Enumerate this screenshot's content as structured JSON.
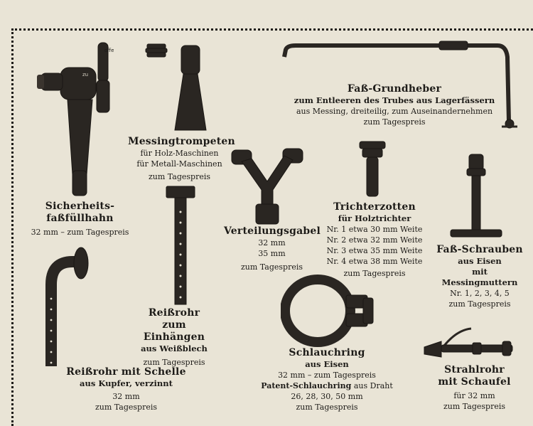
{
  "products": {
    "sicherheitsfasshahn": {
      "title_line1": "Sicherheits-",
      "title_line2": "faßfüllhahn",
      "price": "32 mm – zum Tagespreis",
      "label_offen": "offen",
      "label_zu": "zu"
    },
    "messingtrompeten": {
      "title": "Messingtrompeten",
      "line1": "für Holz-Maschinen",
      "line2": "für Metall-Maschinen",
      "price": "zum Tagespreis"
    },
    "fassgrundheber": {
      "title": "Faß-Grundheber",
      "subtitle": "zum Entleeren des Trubes aus Lagerfässern",
      "line1": "aus Messing, dreiteilig, zum Auseinandernehmen",
      "price": "zum Tagespreis"
    },
    "verteilungsgabel": {
      "title": "Verteilungsgabel",
      "line1": "32 mm",
      "line2": "35 mm",
      "price": "zum Tagespreis"
    },
    "trichterzotten": {
      "title": "Trichterzotten",
      "subtitle": "für Holztrichter",
      "rows": [
        "Nr. 1 etwa 30 mm Weite",
        "Nr. 2 etwa 32 mm Weite",
        "Nr. 3 etwa 35 mm Weite",
        "Nr. 4 etwa 38 mm Weite"
      ],
      "price": "zum Tagespreis"
    },
    "fassschrauben": {
      "title": "Faß-Schrauben",
      "line1": "aus Eisen",
      "line2": "mit",
      "line3": "Messingmuttern",
      "line4": "Nr. 1, 2, 3, 4, 5",
      "price": "zum Tagespreis"
    },
    "reissrohr": {
      "title_line1": "Reißrohr",
      "title_line2": "zum Einhängen",
      "line1": "aus Weißblech",
      "price": "zum Tagespreis"
    },
    "reissrohr_schelle": {
      "title": "Reißrohr mit Schelle",
      "subtitle": "aus Kupfer, verzinnt",
      "line1": "32 mm",
      "price": "zum Tagespreis"
    },
    "schlauchring": {
      "title": "Schlauchring",
      "subtitle": "aus Eisen",
      "line1": "32 mm – zum Tagespreis",
      "patent_bold": "Patent-Schlauchring",
      "patent_rest": " aus Draht",
      "line2": "26, 28, 30, 50 mm",
      "price": "zum Tagespreis"
    },
    "strahlrohr": {
      "title_line1": "Strahlrohr",
      "title_line2": "mit Schaufel",
      "line1": "für 32 mm",
      "price": "zum Tagespreis"
    }
  }
}
